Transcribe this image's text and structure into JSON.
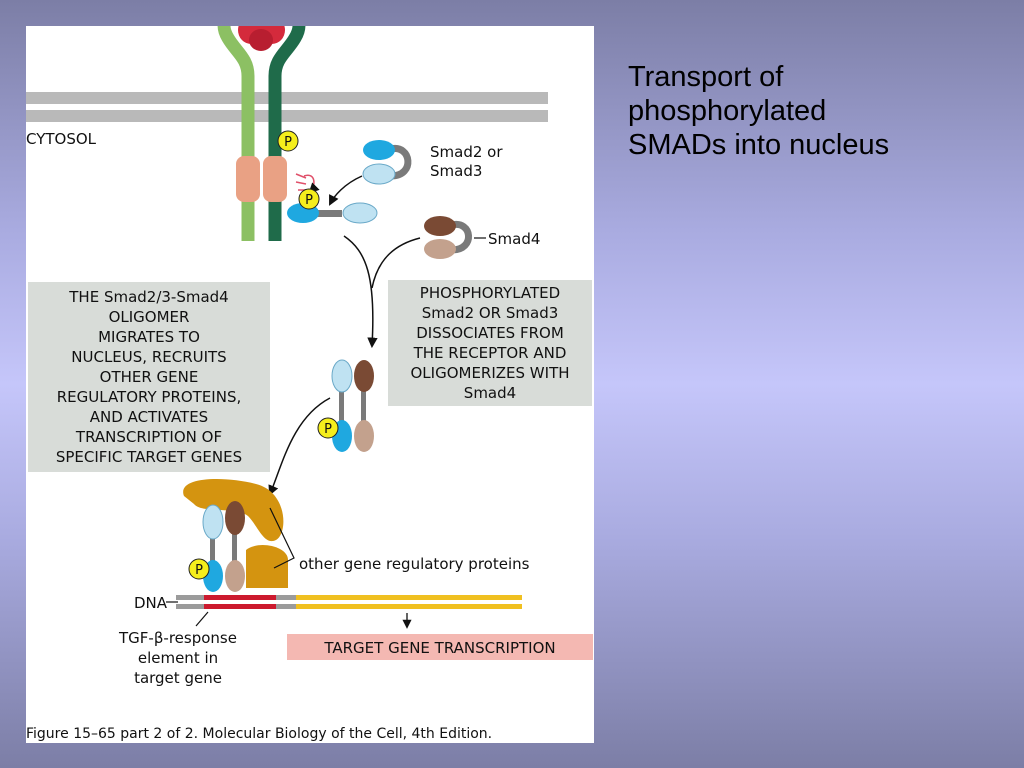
{
  "slide": {
    "title_lines": [
      "Transport of",
      "phosphorylated",
      "SMADs into nucleus"
    ]
  },
  "figure": {
    "cytosol_label": "CYTOSOL",
    "smad23_label_lines": [
      "Smad2 or",
      "Smad3"
    ],
    "smad4_label": "Smad4",
    "phospho_marker": "P",
    "left_box_lines": [
      "THE Smad2/3-Smad4",
      "OLIGOMER",
      "MIGRATES TO",
      "NUCLEUS, RECRUITS",
      "OTHER GENE",
      "REGULATORY PROTEINS,",
      "AND ACTIVATES",
      "TRANSCRIPTION OF",
      "SPECIFIC TARGET GENES"
    ],
    "right_box_lines": [
      "PHOSPHORYLATED",
      "Smad2 OR Smad3",
      "DISSOCIATES FROM",
      "THE RECEPTOR AND",
      "OLIGOMERIZES WITH",
      "Smad4"
    ],
    "other_proteins_label": "other gene regulatory proteins",
    "dna_label": "DNA",
    "tgf_label_lines": [
      "TGF-β-response",
      "element in",
      "target gene"
    ],
    "transcription_label": "TARGET GENE TRANSCRIPTION",
    "caption": "Figure 15–65 part 2 of 2. Molecular Biology of the Cell, 4th Edition."
  },
  "colors": {
    "receptor_green_light": "#8cc063",
    "receptor_green_dark": "#1f6b4a",
    "ligand_red": "#d42a3c",
    "kinase_salmon": "#e9a184",
    "smad23_blue": "#1fa8e0",
    "smad23_light": "#bfe2f2",
    "smad4_brown": "#7a4a34",
    "smad4_tan": "#c3a18d",
    "phospho_yellow": "#f5ee1c",
    "box_gray": "#d8dcd8",
    "transcription_pink": "#f4b8b2",
    "regulatory_orange": "#d49410",
    "dna_yellow": "#f0c020",
    "response_red": "#cc1a2e"
  }
}
